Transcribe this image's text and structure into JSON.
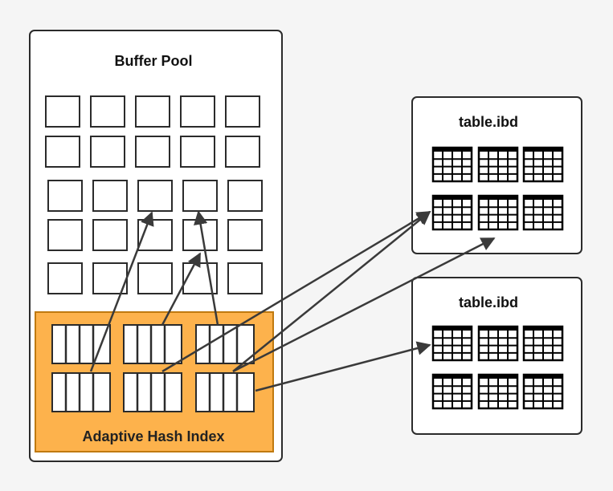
{
  "diagram": {
    "buffer_pool": {
      "title": "Buffer Pool"
    },
    "hash_index": {
      "label": "Adaptive Hash Index"
    },
    "files": [
      {
        "title": "table.ibd"
      },
      {
        "title": "table.ibd"
      }
    ],
    "colors": {
      "background": "#f5f5f5",
      "box_fill": "#ffffff",
      "stroke": "#2b2b2b",
      "hash_index_fill": "#fdb24c",
      "hash_index_border": "#c07a10",
      "arrow": "#3a3a3a"
    }
  }
}
